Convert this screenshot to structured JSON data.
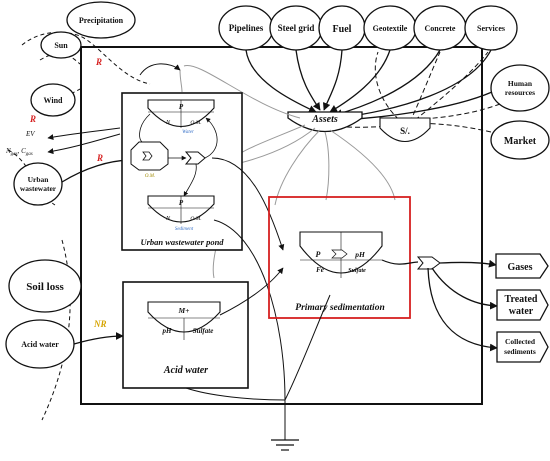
{
  "external": {
    "precipitation": "Precipitation",
    "sun": "Sun",
    "wind": "Wind",
    "urban_wastewater": [
      "Urban",
      "wastewater"
    ],
    "soil_loss": "Soil loss",
    "acid_water": "Acid water",
    "ev": "EV",
    "n_gas": "N",
    "n_gas_sub": "gas",
    "c_gas": "C",
    "c_gas_sub": "gas"
  },
  "inputs": {
    "pipelines": "Pipelines",
    "steel_grid": "Steel grid",
    "fuel": "Fuel",
    "geotextile": "Geotextile",
    "concrete": "Concrete",
    "services": "Services",
    "human_resources": [
      "Human",
      "resources"
    ],
    "market": "Market"
  },
  "flow_labels": {
    "r_top": "R",
    "r_wind": "R",
    "r_urban": "R",
    "nr_acid": "NR"
  },
  "center": {
    "assets": "Assets",
    "sl": "S/."
  },
  "pond": {
    "title": "Urban wastewater pond",
    "water_p": "P",
    "water_n": "N",
    "water_om": "O.M.",
    "water_label": "Water",
    "om_label": "O.M.",
    "sed_p": "P",
    "sed_n": "N",
    "sed_om": "O.M.",
    "sed_label": "Sediment"
  },
  "acid": {
    "title": "Acid water",
    "m_plus": "M+",
    "ph": "pH",
    "sulfate": "Sulfate"
  },
  "primary": {
    "title": "Primary sedimentation",
    "p": "P",
    "ph": "pH",
    "fe": "Fe",
    "sulfate": "Sulfate"
  },
  "outputs": {
    "gases": "Gases",
    "treated_water": [
      "Treated",
      "water"
    ],
    "collected_sediments": [
      "Collected",
      "sediments"
    ]
  },
  "colors": {
    "r_label": "#d62020",
    "nr_label": "#d6a400",
    "highlight_box": "#d62020",
    "water_label": "#3a73c9",
    "sediment_label": "#3a73c9",
    "om_label": "#a08a00",
    "gray_line": "#9a9a9a"
  }
}
